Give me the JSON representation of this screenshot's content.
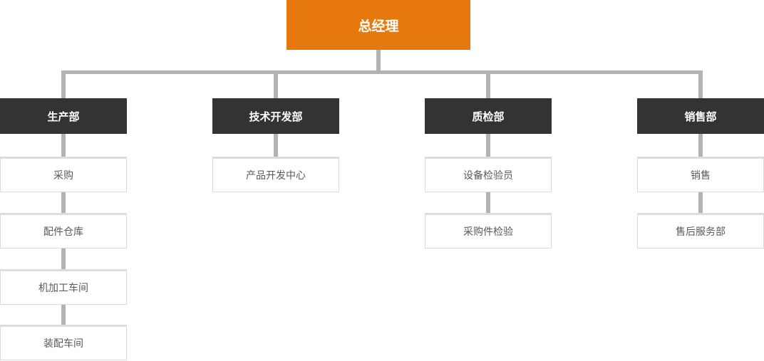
{
  "org": {
    "root": {
      "label": "总经理"
    },
    "departments": [
      {
        "label": "生产部",
        "children": [
          "采购",
          "配件仓库",
          "机加工车间",
          "装配车间"
        ]
      },
      {
        "label": "技术开发部",
        "children": [
          "产品开发中心"
        ]
      },
      {
        "label": "质检部",
        "children": [
          "设备检验员",
          "采购件检验"
        ]
      },
      {
        "label": "销售部",
        "children": [
          "销售",
          "售后服务部"
        ]
      }
    ],
    "colors": {
      "root_bg": "#E6780E",
      "dept_bg": "#333333",
      "leaf_bg": "#FFFFFF",
      "leaf_border": "#DBDBDB",
      "leaf_text": "#595959",
      "connector": "#B3B3B3",
      "root_text": "#FFFFFF",
      "dept_text": "#FFFFFF"
    }
  }
}
